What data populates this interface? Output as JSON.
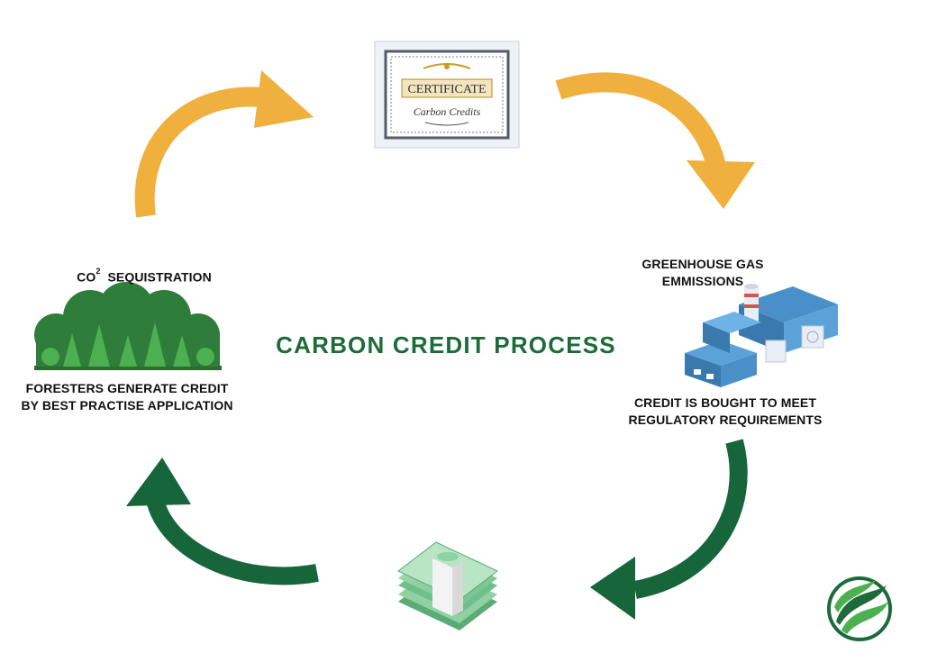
{
  "title": "CARBON CREDIT PROCESS",
  "certificate": {
    "heading": "CERTIFICATE",
    "subtitle": "Carbon Credits"
  },
  "steps": {
    "co2_prefix": "CO",
    "co2_sup": "2",
    "co2_suffix": "SEQUISTRATION",
    "foresters_line1": "FORESTERS GENERATE CREDIT",
    "foresters_line2": "BY BEST PRACTISE APPLICATION",
    "greenhouse_line1": "GREENHOUSE GAS",
    "greenhouse_line2": "EMMISSIONS",
    "bought_line1": "CREDIT IS BOUGHT TO MEET",
    "bought_line2": "REGULATORY REQUIREMENTS"
  },
  "colors": {
    "accent_green": "#1d6b3b",
    "arrow_yellow": "#f0b03e",
    "arrow_green": "#17653a",
    "forest_dark": "#2e7d3a",
    "forest_light": "#4caf50"
  },
  "icons": [
    "certificate-icon",
    "forest-icon",
    "factory-icon",
    "money-stack-icon",
    "brand-logo-icon"
  ]
}
